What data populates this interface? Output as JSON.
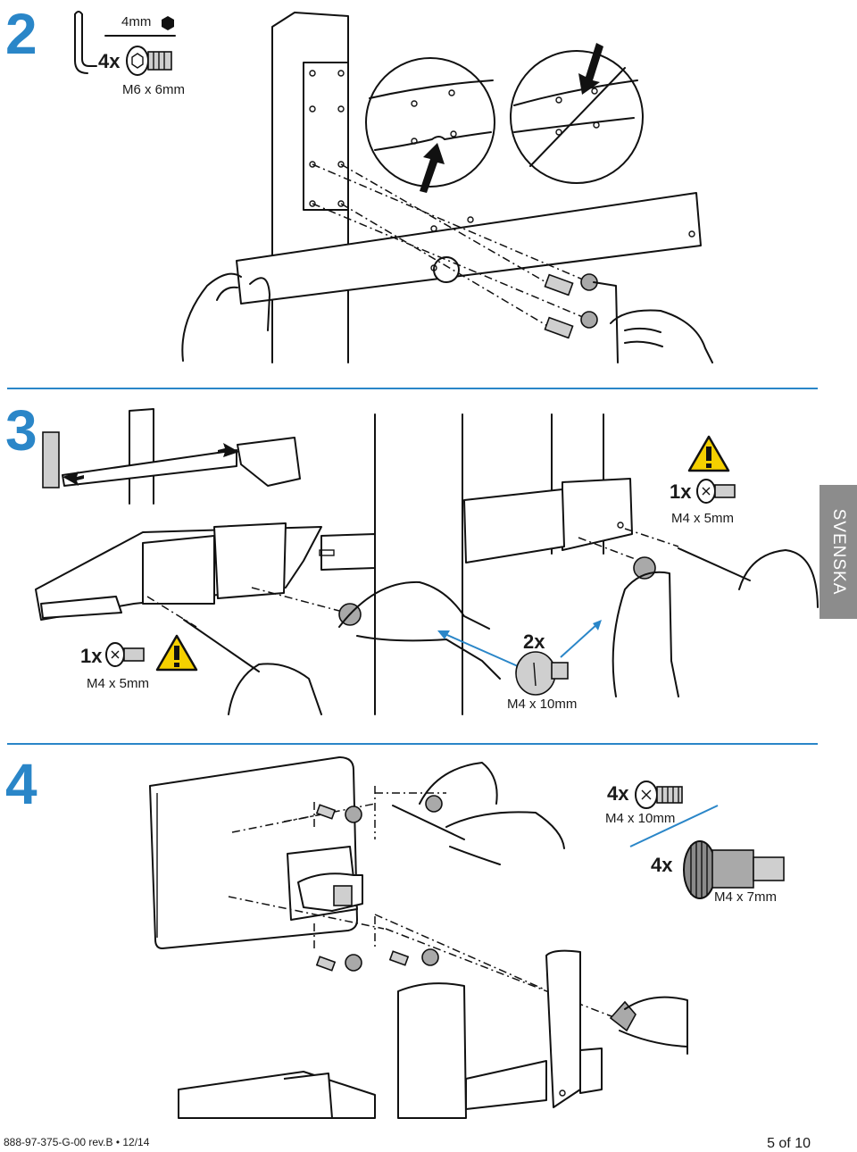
{
  "steps": [
    {
      "number": "2"
    },
    {
      "number": "3"
    },
    {
      "number": "4"
    }
  ],
  "step2": {
    "tool_size": "4mm",
    "screw_qty": "4x",
    "screw_spec": "M6 x 6mm"
  },
  "step3": {
    "left_qty": "1x",
    "left_spec": "M4 x 5mm",
    "right_qty": "1x",
    "right_spec": "M4 x 5mm",
    "knob_qty": "2x",
    "knob_spec": "M4 x 10mm"
  },
  "step4": {
    "screw_qty": "4x",
    "screw_spec": "M4 x 10mm",
    "knob_qty": "4x",
    "knob_spec": "M4 x 7mm"
  },
  "language_tab": "SVENSKA",
  "footer": {
    "doc_number": "888-97-375-G-00 rev.B • 12/14",
    "page": "5 of 10"
  },
  "colors": {
    "accent": "#2a86c8",
    "warning": "#f5d000",
    "tab": "#8c8c8c"
  },
  "icons": [
    "hex-key-icon",
    "hexagon-icon",
    "screw-icon",
    "warning-icon",
    "thumb-screw-icon",
    "prohibited-icon"
  ]
}
